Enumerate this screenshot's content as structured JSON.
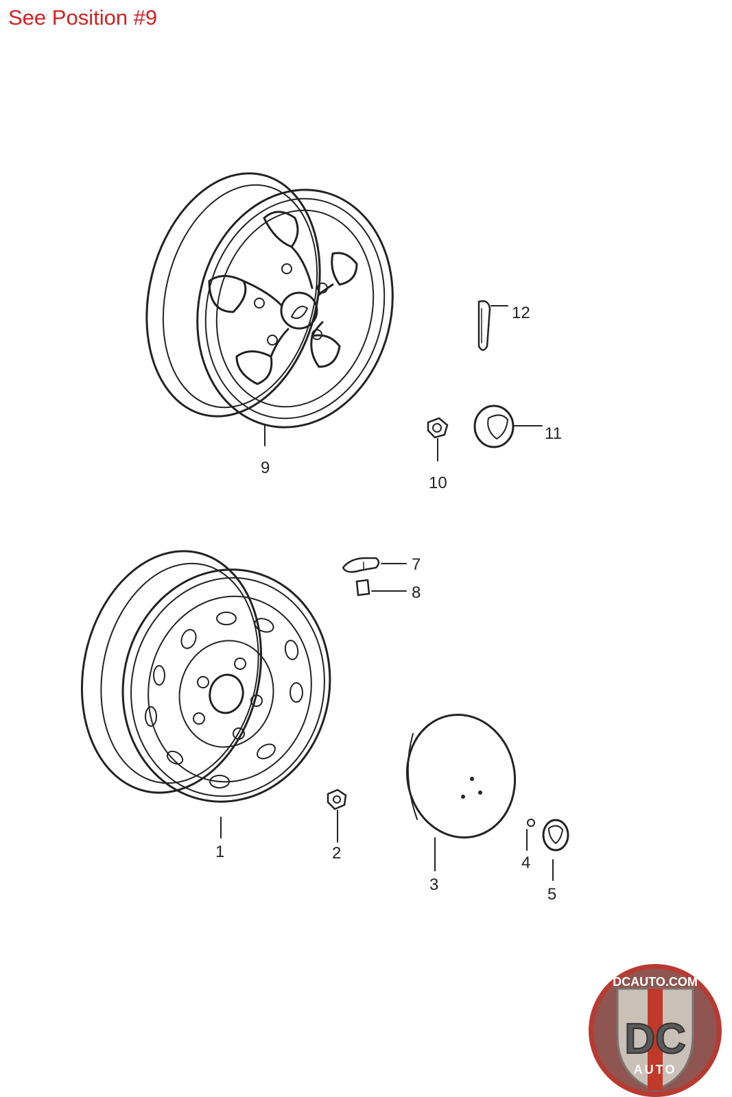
{
  "header": {
    "note": "See Position #9"
  },
  "callouts": [
    {
      "id": "1",
      "text": "1"
    },
    {
      "id": "2",
      "text": "2"
    },
    {
      "id": "3",
      "text": "3"
    },
    {
      "id": "4",
      "text": "4"
    },
    {
      "id": "5",
      "text": "5"
    },
    {
      "id": "7",
      "text": "7"
    },
    {
      "id": "8",
      "text": "8"
    },
    {
      "id": "9",
      "text": "9"
    },
    {
      "id": "10",
      "text": "10"
    },
    {
      "id": "11",
      "text": "11"
    },
    {
      "id": "12",
      "text": "12"
    }
  ],
  "logo": {
    "site": "DCAUTO.COM",
    "mark": "DC",
    "sub": "AUTO"
  },
  "colors": {
    "header_red": "#d42020",
    "line": "#222222",
    "logo_red": "#c0392b",
    "logo_white": "#ffffff"
  }
}
